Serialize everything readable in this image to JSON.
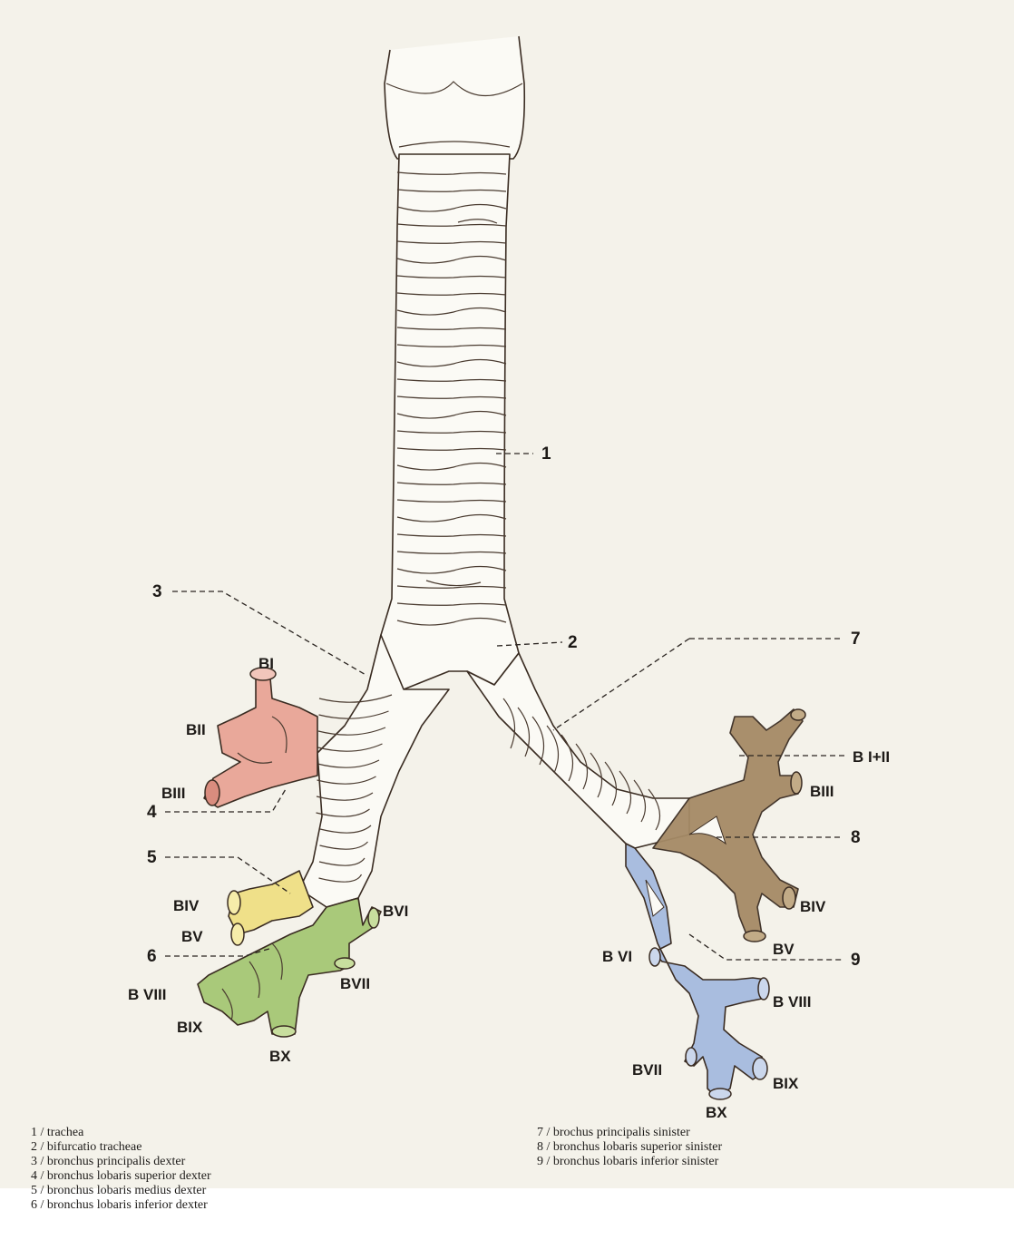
{
  "callouts": {
    "n1": "1",
    "n2": "2",
    "n3": "3",
    "n4": "4",
    "n5": "5",
    "n6": "6",
    "n7": "7",
    "n8": "8",
    "n9": "9"
  },
  "segments_right": {
    "b1": "BI",
    "b2": "BII",
    "b3": "BIII",
    "b4": "BIV",
    "b5": "BV",
    "b6": "BVI",
    "b7": "BVII",
    "b8": "B VIII",
    "b9": "BIX",
    "b10": "BX"
  },
  "segments_left": {
    "b12": "B I+II",
    "b3": "BIII",
    "b4": "BIV",
    "b5": "BV",
    "b6": "B VI",
    "b7": "BVII",
    "b8": "B VIII",
    "b9": "BIX",
    "b10": "BX"
  },
  "legend": {
    "left": [
      "1 / trachea",
      "2 / bifurcatio tracheae",
      "3 / bronchus principalis dexter",
      "4 / bronchus lobaris superior dexter",
      "5 / bronchus lobaris medius dexter",
      "6 / bronchus lobaris inferior dexter"
    ],
    "right": [
      "7 / brochus principalis sinister",
      "8 / bronchus lobaris superior sinister",
      "9 / bronchus lobaris inferior sinister"
    ]
  },
  "colors": {
    "superior_dexter": "#e9a89a",
    "medius_dexter": "#efe089",
    "inferior_dexter": "#a9c97a",
    "superior_sinister": "#a58a66",
    "inferior_sinister": "#a9bddf",
    "outline": "#3a2c22",
    "paper": "#f4f2ea"
  }
}
